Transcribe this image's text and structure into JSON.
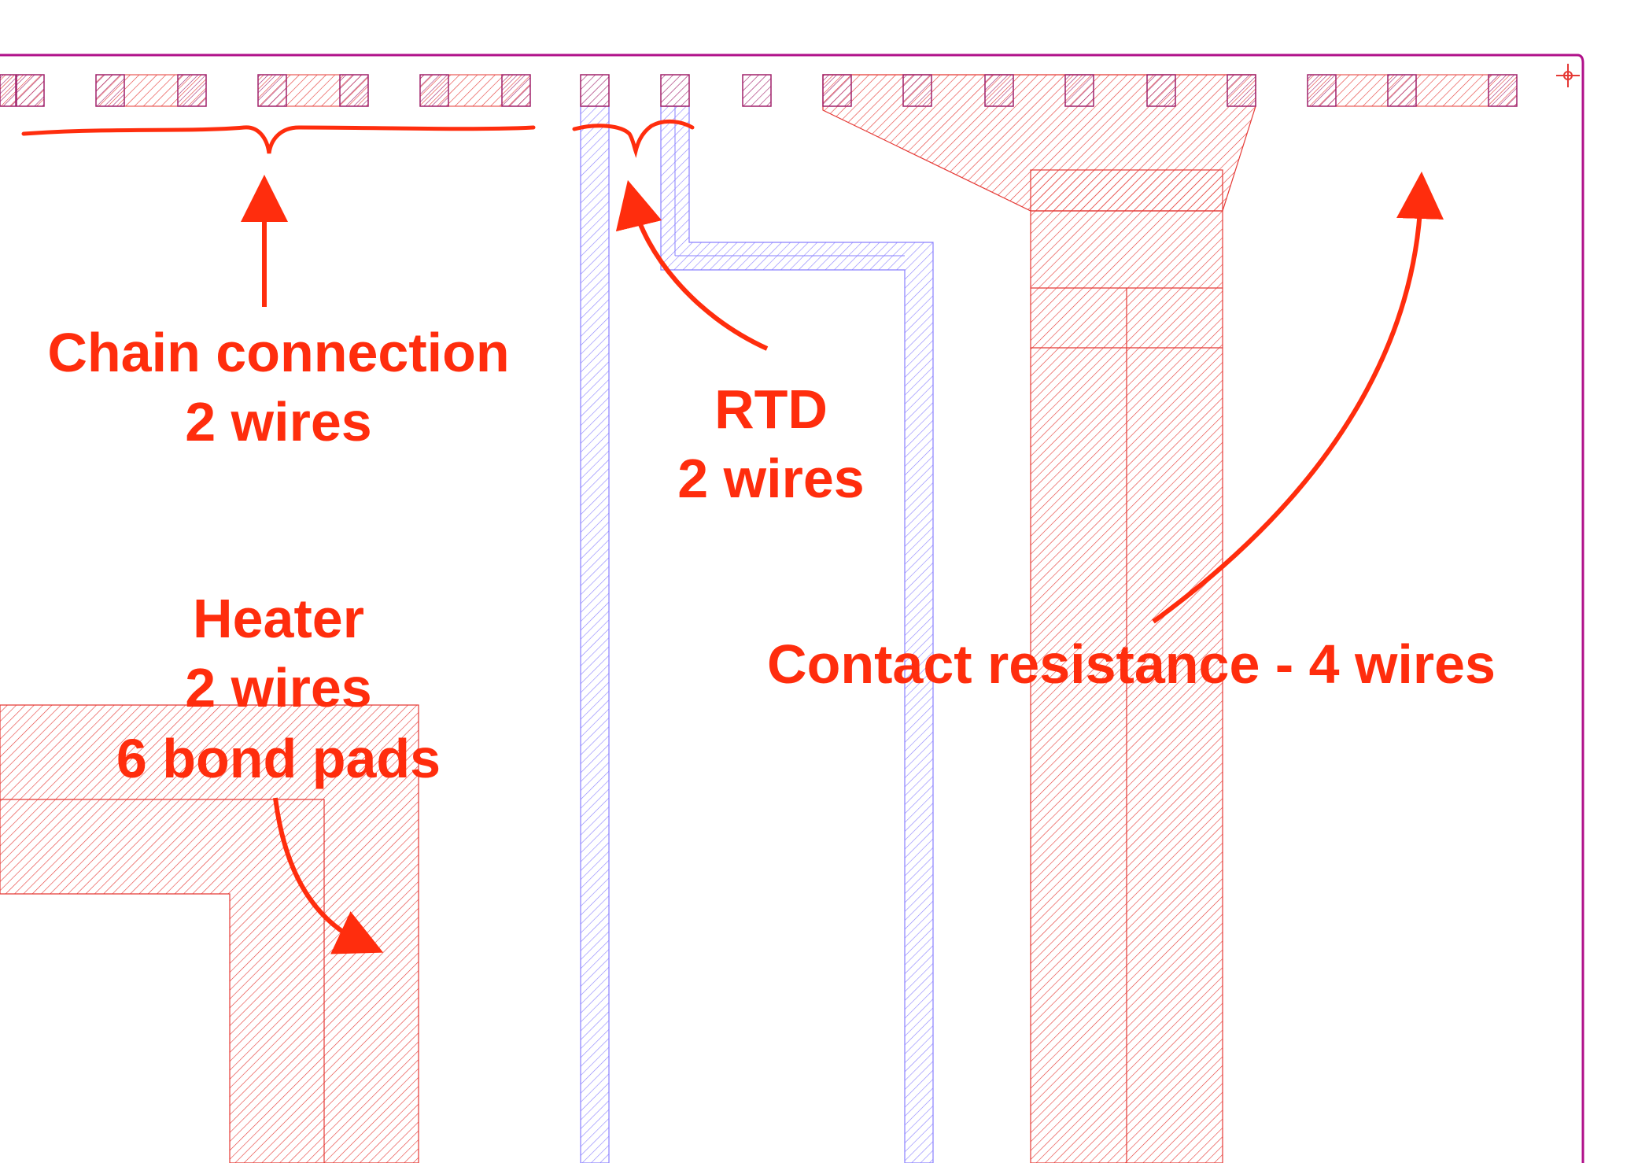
{
  "labels": {
    "chain": {
      "line1": "Chain connection",
      "line2": "2 wires"
    },
    "rtd": {
      "line1": "RTD",
      "line2": "2 wires"
    },
    "heater": {
      "line1": "Heater",
      "line2": "2 wires",
      "line3": "6 bond pads"
    },
    "contact": {
      "line1": "Contact resistance - 4 wires"
    }
  },
  "colors": {
    "annotation": "#ff2d0d",
    "metal_layer": "#e53935",
    "rtd_layer": "#8a80ff",
    "pad_layer": "#a0206a",
    "die_outline": "#b0108a"
  }
}
